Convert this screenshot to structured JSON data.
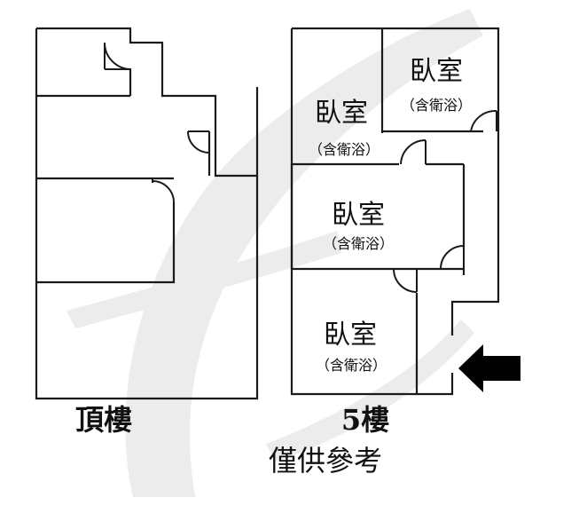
{
  "watermark": {
    "color": "#e9e9e9"
  },
  "floors": {
    "roof": {
      "label": "頂樓"
    },
    "fifth": {
      "label": "5樓"
    }
  },
  "rooms": [
    {
      "name": "臥室",
      "sub": "（含衛浴）"
    },
    {
      "name": "臥室",
      "sub": "（含衛浴）"
    },
    {
      "name": "臥室",
      "sub": "（含衛浴）"
    },
    {
      "name": "臥室",
      "sub": "（含衛浴）"
    }
  ],
  "note": "僅供參考",
  "entry_arrow": {
    "color": "#000000",
    "direction": "left"
  }
}
